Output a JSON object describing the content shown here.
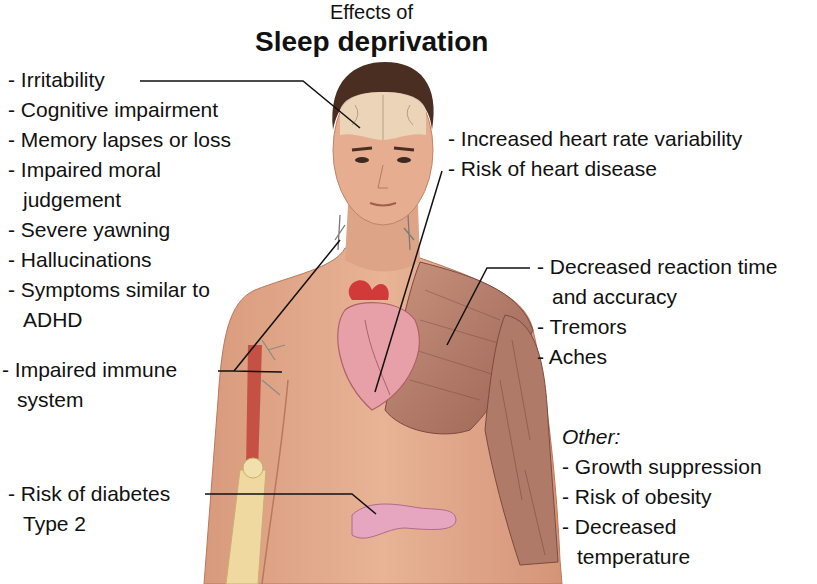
{
  "diagram": {
    "title": "Sleep deprivation",
    "labels": [
      "Effects of",
      "- Irritability",
      "- Cognitive impairment",
      "- Memory lapses or loss",
      "- Impaired moral judgement",
      "- Severe yawning",
      "- Hallucinations",
      "- Symptoms similar to ADHD",
      "- Impaired immune system",
      "- Risk of diabetes Type 2",
      "- Increased heart rate variability",
      "- Risk of heart disease",
      "- Decreased reaction time and accuracy",
      "- Tremors",
      "- Aches",
      "Other:",
      "- Growth suppression",
      "- Risk of obesity",
      "- Decreased temperature"
    ]
  }
}
